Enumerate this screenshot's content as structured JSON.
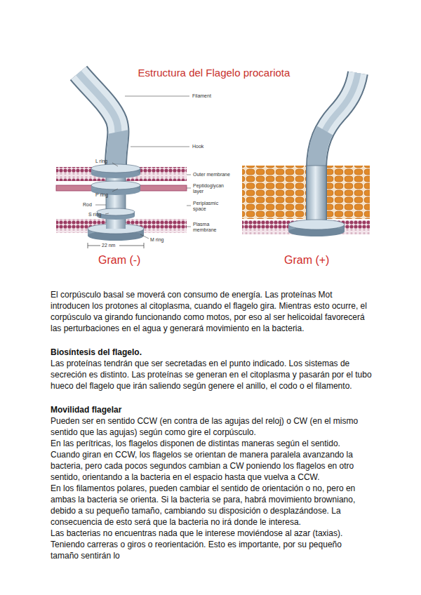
{
  "diagram": {
    "title": "Estructura del Flagelo procariota",
    "labels": [
      "Filament",
      "Hook",
      "L ring",
      "Outer membrane",
      "P ring",
      "Rod",
      "Peptidoglycan layer",
      "S ring",
      "Periplasmic space",
      "Plasma membrane",
      "M ring",
      "22 nm",
      "Gram (-)",
      "Gram (+)",
      "El corpúsculo basal se moverá con consumo de energía. Las proteínas Mot introducen los protones al citoplasma, cuando el flagelo gira. Mientras esto ocurre, el corpúsculo va girando funcionando como motos, por eso al ser helicoidal favorecerá las perturbaciones en el agua y generará movimiento en la bacteria.",
      "Biosíntesis del flagelo.",
      "Las proteínas tendrán que ser secretadas en el punto indicado. Los sistemas de secreción es distinto. Las proteínas se generan en el citoplasma y pasarán por el tubo hueco del flagelo que irán saliendo según genere el anillo, el codo o el filamento.",
      "Movilidad flagelar",
      "Pueden ser en sentido CCW (en contra de las agujas del reloj) o CW (en el mismo sentido que las agujas) según como gire el corpúsculo.",
      "En las perítricas, los flagelos disponen de distintas maneras según el sentido. Cuando giran en CCW, los flagelos se orientan de manera paralela avanzando la bacteria, pero cada pocos segundos cambian a CW poniendo los flagelos en otro sentido, orientando a la bacteria en el espacio hasta que vuelva a CCW.",
      "En los filamentos polares, pueden cambiar el sentido de orientación o no, pero en ambas la bacteria se orienta. Si la bacteria se para, habrá movimiento browniano, debido a su pequeño tamaño, cambiando su disposición o desplazándose. La consecuencia de esto será que la bacteria no irá donde le interesa.",
      "Las bacterias no encuentras nada que le interese moviéndose al azar (taxias). Teniendo carreras o giros o reorientación. Esto es importante, por su pequeño tamaño sentirán lo"
    ]
  }
}
